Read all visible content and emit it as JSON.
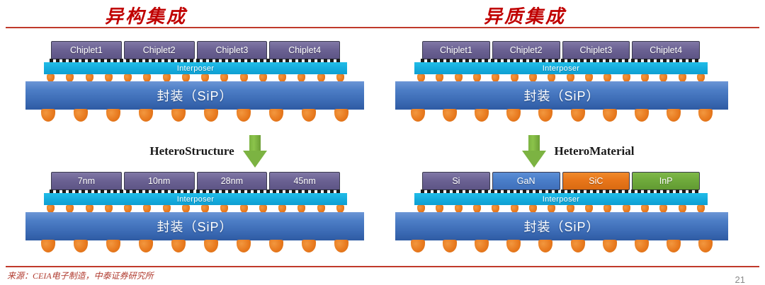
{
  "slide": {
    "left_title": "异构集成",
    "right_title": "异质集成",
    "rule_color": "#c0392b"
  },
  "labels": {
    "interposer": "Interposer",
    "package": "封装（SiP）"
  },
  "left_panel": {
    "top_stack": {
      "chiplets": [
        {
          "label": "Chiplet1",
          "material": "default"
        },
        {
          "label": "Chiplet2",
          "material": "default"
        },
        {
          "label": "Chiplet3",
          "material": "default"
        },
        {
          "label": "Chiplet4",
          "material": "default"
        }
      ],
      "interposer": "Interposer",
      "package": "封装（SiP）"
    },
    "transition": {
      "label": "HeteroStructure",
      "arrow": "arrow-down-icon",
      "arrow_color": "#7cb342",
      "label_position": "left"
    },
    "bottom_stack": {
      "chiplets": [
        {
          "label": "7nm",
          "material": "default"
        },
        {
          "label": "10nm",
          "material": "default"
        },
        {
          "label": "28nm",
          "material": "default"
        },
        {
          "label": "45nm",
          "material": "default"
        }
      ],
      "interposer": "Interposer",
      "package": "封装（SiP）"
    }
  },
  "right_panel": {
    "top_stack": {
      "chiplets": [
        {
          "label": "Chiplet1",
          "material": "default"
        },
        {
          "label": "Chiplet2",
          "material": "default"
        },
        {
          "label": "Chiplet3",
          "material": "default"
        },
        {
          "label": "Chiplet4",
          "material": "default"
        }
      ],
      "interposer": "Interposer",
      "package": "封装（SiP）"
    },
    "transition": {
      "label": "HeteroMaterial",
      "arrow": "arrow-down-icon",
      "arrow_color": "#7cb342",
      "label_position": "right"
    },
    "bottom_stack": {
      "chiplets": [
        {
          "label": "Si",
          "material": "si"
        },
        {
          "label": "GaN",
          "material": "gan"
        },
        {
          "label": "SiC",
          "material": "sic"
        },
        {
          "label": "InP",
          "material": "inp"
        }
      ],
      "interposer": "Interposer",
      "package": "封装（SiP）"
    }
  },
  "colors": {
    "chiplet_purple": "#6b6293",
    "gan_blue": "#4a7ec9",
    "sic_orange": "#e8761a",
    "inp_green": "#6faa3c",
    "interposer_cyan": "#14abdd",
    "package_blue": "#3b6ab4",
    "solder_orange": "#e87a1f",
    "title_red": "#c00000",
    "arrow_green": "#7cb342"
  },
  "footer": {
    "source": "来源：CEIA电子制造，中泰证券研究所",
    "page_number": "21"
  },
  "geometry": {
    "small_ball_count": 16,
    "large_ball_count": 10
  }
}
